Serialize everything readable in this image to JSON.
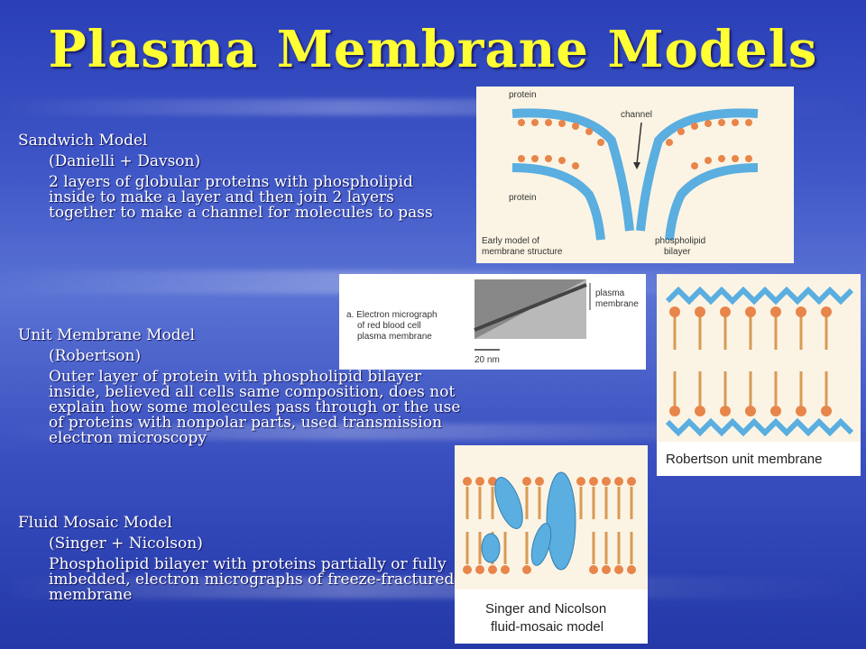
{
  "title": "Plasma Membrane Models",
  "models": [
    {
      "name": "Sandwich Model",
      "authors": "(Danielli + Davson)",
      "description": "2 layers of globular proteins with phospholipid inside to make a layer and then join 2 layers together to make a channel for molecules to pass"
    },
    {
      "name": "Unit Membrane Model",
      "authors": "(Robertson)",
      "description": "Outer layer of protein with phospholipid bilayer inside, believed all cells same composition, does not explain how some molecules pass through or the use of proteins with nonpolar parts, used transmission electron microscopy"
    },
    {
      "name": "Fluid Mosaic Model",
      "authors": "(Singer + Nicolson)",
      "description": "Phospholipid bilayer with proteins partially or fully imbedded, electron micrographs of freeze-fractured membrane"
    }
  ],
  "figures": {
    "early_model": {
      "label_protein_top": "protein",
      "label_channel": "channel",
      "label_protein_bottom": "protein",
      "caption_line1": "Early model of",
      "caption_line2": "membrane structure",
      "label_bilayer_line1": "phospholipid",
      "label_bilayer_line2": "bilayer"
    },
    "micrograph": {
      "caption_line1": "a. Electron micrograph",
      "caption_line2": "of red blood cell",
      "caption_line3": "plasma membrane",
      "label_line1": "plasma",
      "label_line2": "membrane",
      "scale": "20 nm"
    },
    "robertson": {
      "caption": "Robertson unit membrane"
    },
    "singer": {
      "caption_line1": "Singer and Nicolson",
      "caption_line2": "fluid-mosaic model"
    }
  },
  "colors": {
    "title": "#ffff33",
    "protein": "#5aaee0",
    "head": "#e8854a",
    "tail": "#d99a55"
  }
}
